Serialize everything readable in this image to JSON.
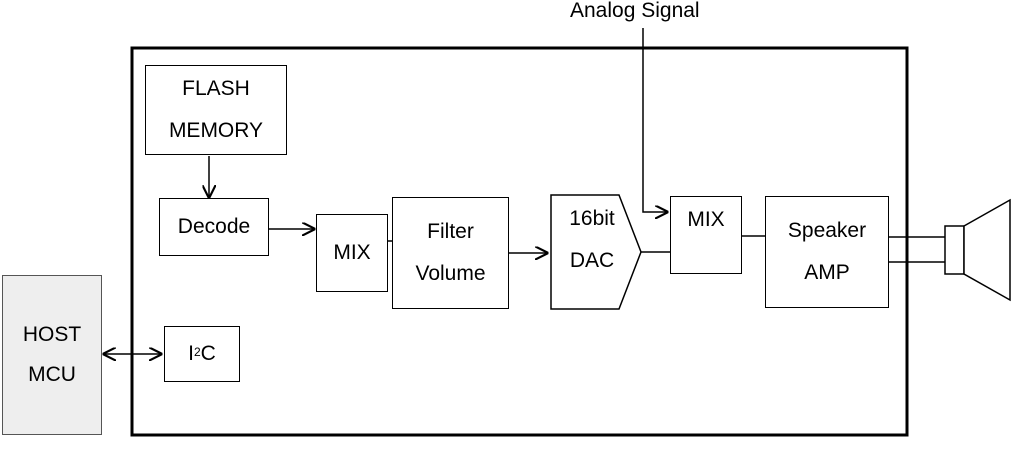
{
  "diagram": {
    "input_label": "Analog Signal",
    "blocks": {
      "flash": [
        "FLASH",
        "MEMORY"
      ],
      "decode": "Decode",
      "mix1": "MIX",
      "filter": [
        "Filter",
        "Volume"
      ],
      "dac": [
        "16bit",
        "DAC"
      ],
      "mix2": "MIX",
      "speaker_amp": [
        "Speaker",
        "AMP"
      ],
      "i2c_base": "I",
      "i2c_sup": "2",
      "i2c_end": "C",
      "host": [
        "HOST",
        "MCU"
      ]
    },
    "colors": {
      "line": "#000000",
      "host_fill": "#eeeeee"
    }
  }
}
